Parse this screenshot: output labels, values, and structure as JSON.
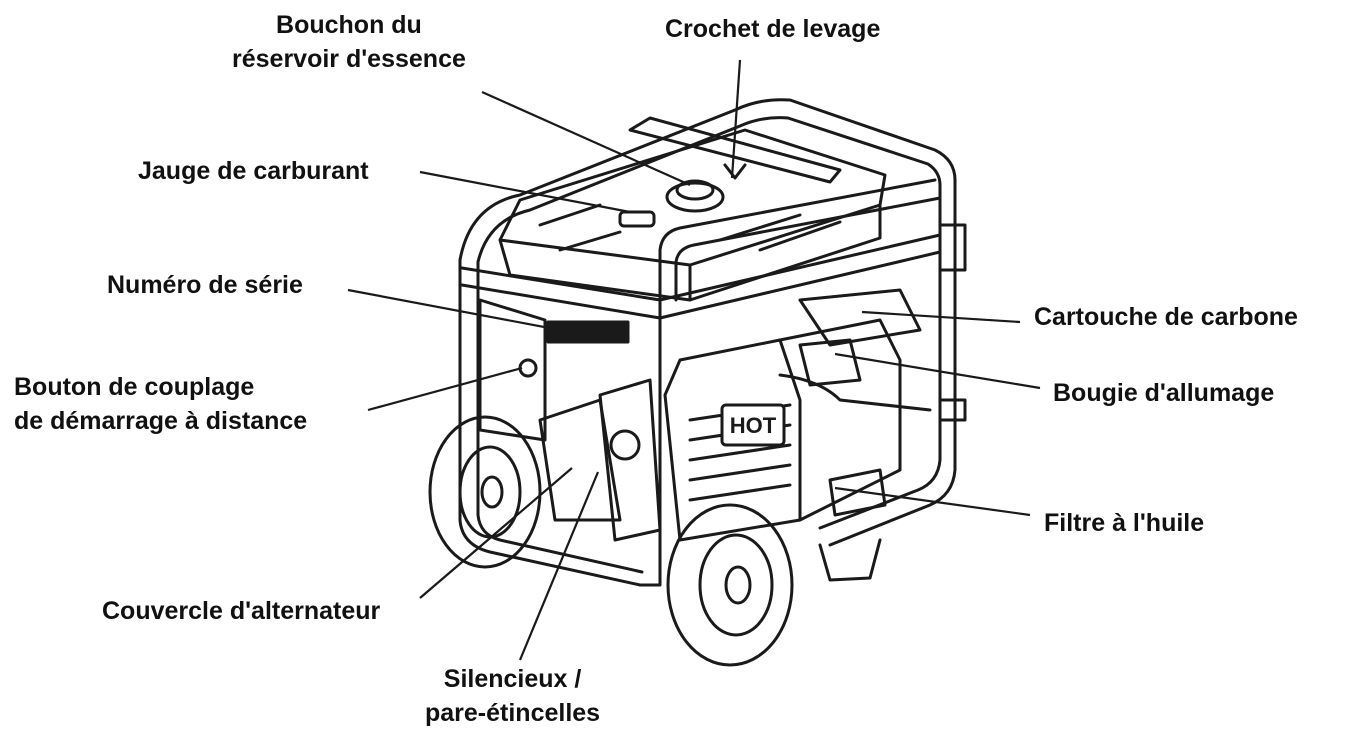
{
  "labels": {
    "bouchon": {
      "line1": "Bouchon du",
      "line2": "réservoir d'essence"
    },
    "crochet": "Crochet de levage",
    "jauge": "Jauge de carburant",
    "numero": "Numéro de série",
    "bouton": {
      "line1": "Bouton de couplage",
      "line2": "de démarrage à distance"
    },
    "cartouche": "Cartouche de carbone",
    "bougie": "Bougie d'allumage",
    "filtre": "Filtre à l'huile",
    "couvercle": "Couvercle d'alternateur",
    "silencieux": {
      "line1": "Silencieux /",
      "line2": "pare-étincelles"
    }
  },
  "logo_text": "HOT"
}
